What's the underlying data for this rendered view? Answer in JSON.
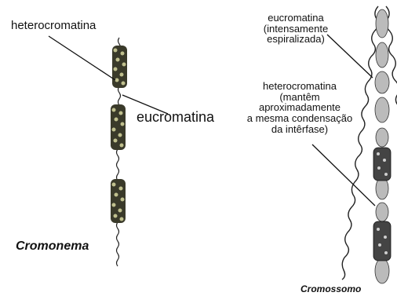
{
  "left_panel": {
    "label_heterochromatin": "heterocromatina",
    "label_euchromatin": "eucromatina",
    "caption": "Cromonema"
  },
  "right_panel": {
    "label_euchromatin_lines": [
      "eucromatina",
      "(intensamente",
      "espiralizada)"
    ],
    "label_heterochromatin_lines": [
      "heterocromatina",
      "(mantêm",
      "aproximadamente",
      "a mesma condensação",
      "da intêrfase)"
    ],
    "caption": "Cromossomo"
  },
  "colors": {
    "ink": "#111111",
    "background": "#ffffff"
  }
}
